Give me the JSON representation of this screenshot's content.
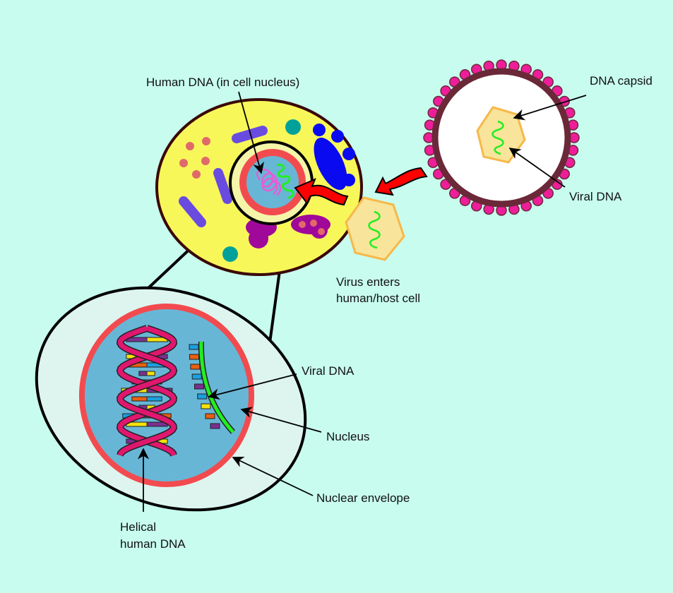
{
  "labels": {
    "human_dna": "Human DNA (in cell nucleus)",
    "dna_capsid": "DNA capsid",
    "viral_dna_top": "Viral DNA",
    "virus_enters_1": "Virus enters",
    "virus_enters_2": "human/host cell",
    "viral_dna_bottom": "Viral DNA",
    "nucleus": "Nucleus",
    "nuclear_envelope": "Nuclear envelope",
    "helical_1": "Helical",
    "helical_2": "human DNA"
  },
  "colors": {
    "background": "#c8fcee",
    "cytoplasm": "#f8f75a",
    "nuclear_envelope": "#f24b4f",
    "nucleus": "#68b6d6",
    "helix": "#e0176f",
    "viral_dna": "#22ee22",
    "capsid": "#f8e49a",
    "virus_beads": "#ee1e9a",
    "arrow_red": "#ff0000"
  }
}
